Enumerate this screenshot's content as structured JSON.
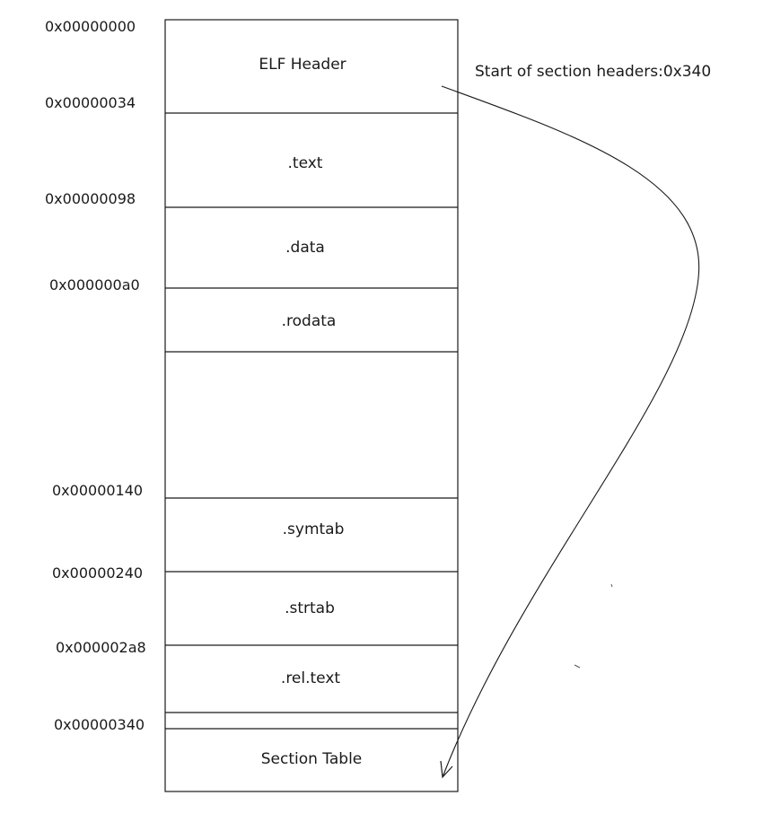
{
  "sections": [
    {
      "key": "elf-header",
      "label": "ELF Header"
    },
    {
      "key": "text",
      "label": ".text"
    },
    {
      "key": "data",
      "label": ".data"
    },
    {
      "key": "rodata",
      "label": ".rodata"
    },
    {
      "key": "gap",
      "label": ""
    },
    {
      "key": "symtab",
      "label": ".symtab"
    },
    {
      "key": "strtab",
      "label": ".strtab"
    },
    {
      "key": "rel-text",
      "label": ".rel.text"
    },
    {
      "key": "section-table",
      "label": "Section Table"
    }
  ],
  "addresses": [
    "0x00000000",
    "0x00000034",
    "0x00000098",
    "0x000000a0",
    "0x00000140",
    "0x00000240",
    "0x000002a8",
    "0x00000340"
  ],
  "annotation": "Start of section headers:0x340",
  "colors": {
    "line": "#1a1a1a",
    "background": "#ffffff"
  }
}
